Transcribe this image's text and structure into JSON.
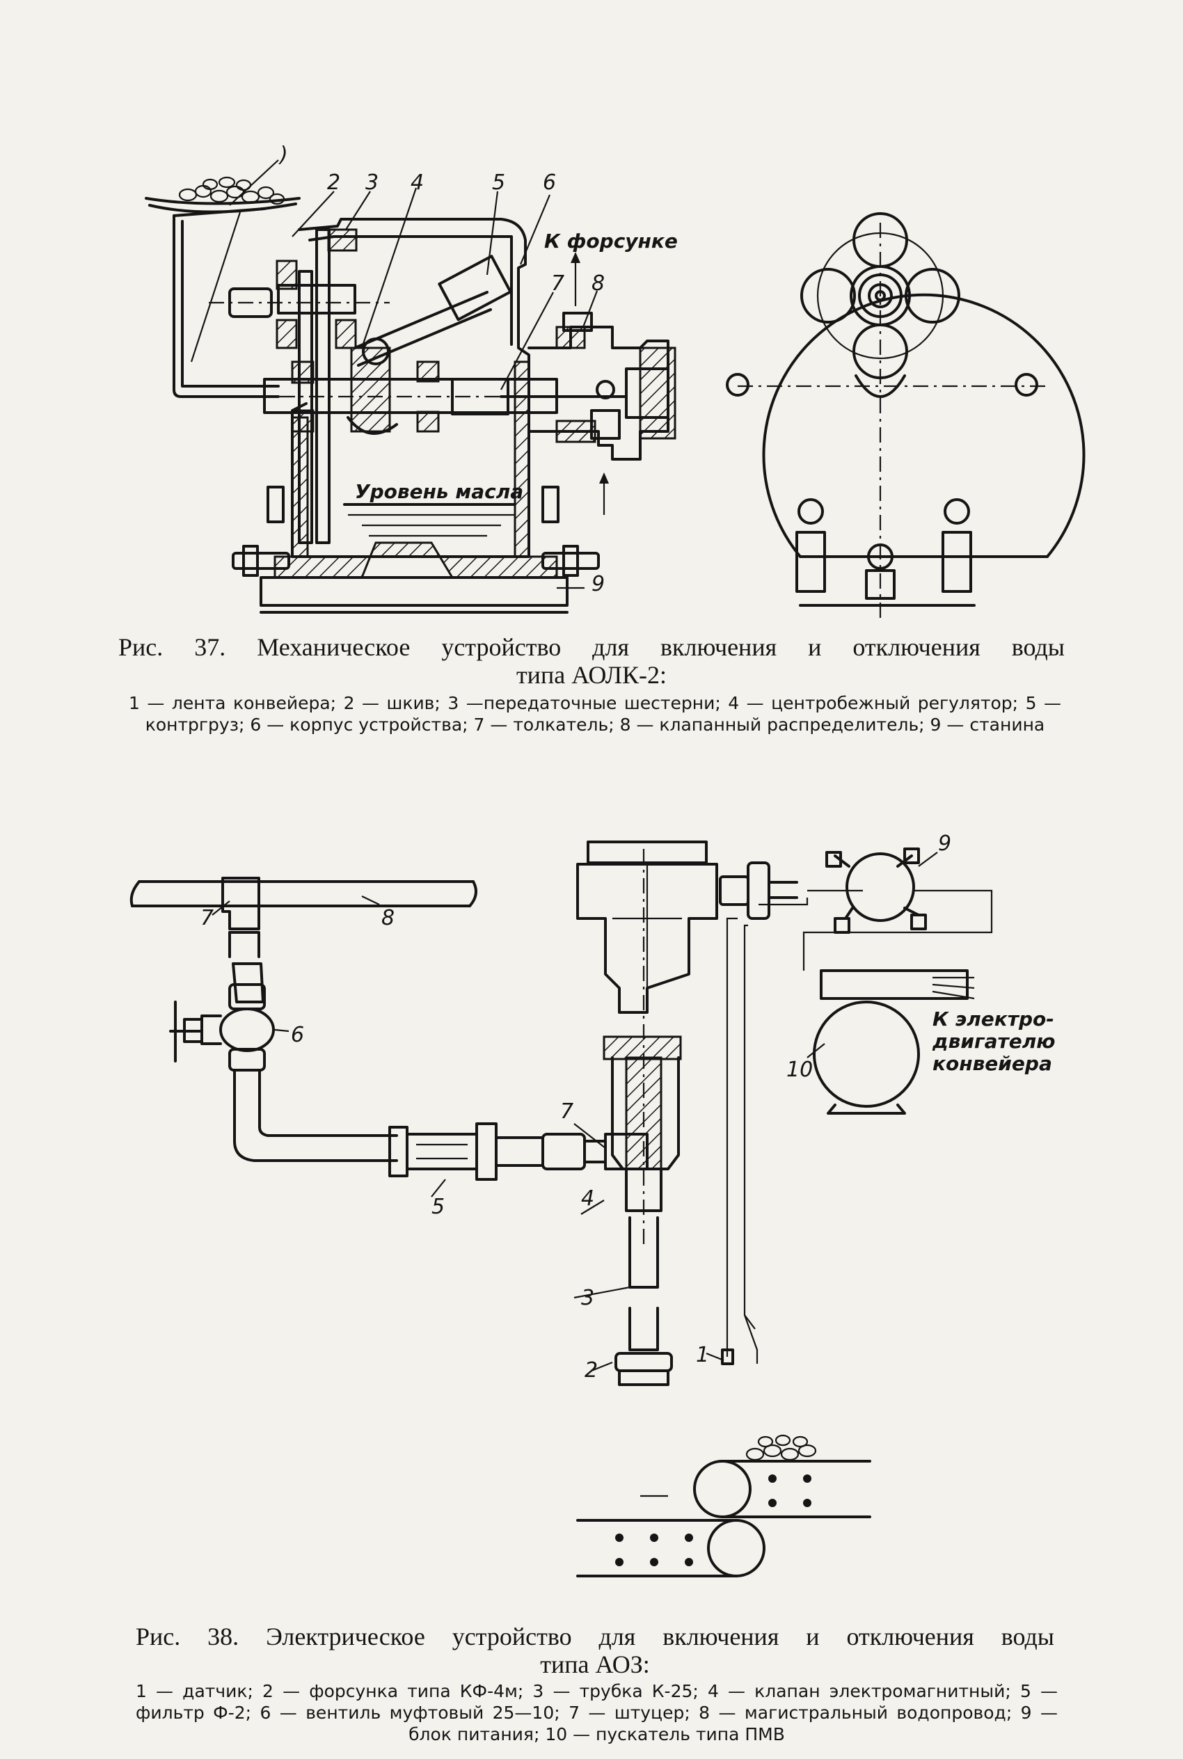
{
  "fig37": {
    "labels": {
      "l1": ")",
      "l2": "2",
      "l3": "3",
      "l4": "4",
      "l5": "5",
      "l6": "6",
      "l7": "7",
      "l8": "8",
      "l9": "9",
      "to_nozzle": "К форсунке",
      "oil_level": "Уровень масла"
    },
    "caption": {
      "line1": "Рис.  37.  Механическое  устройство  для  включения  и  отключения  воды",
      "line2": "типа АОЛК-2:"
    },
    "legend": "1 — лента конвейера; 2 — шкив; 3 —передаточные шестерни; 4 — центробежный регулятор; 5 — контргруз; 6 — корпус устройства; 7 — толкатель; 8 — клапанный распределитель; 9 — станина"
  },
  "fig38": {
    "labels": {
      "l1": "1",
      "l2": "2",
      "l3": "3",
      "l4": "4",
      "l5": "5",
      "l6": "6",
      "l7a": "7",
      "l7b": "7",
      "l8": "8",
      "l9": "9",
      "l10": "10",
      "motor_line1": "К электро-",
      "motor_line2": "двигателю",
      "motor_line3": "конвейера"
    },
    "caption": {
      "line1": "Рис.  38.  Электрическое  устройство  для  включения  и  отключения  воды",
      "line2": "типа АОЗ:"
    },
    "legend": "1 — датчик; 2 — форсунка типа КФ-4м; 3 — трубка К-25; 4 — клапан электромагнитный; 5 — фильтр Ф-2; 6 — вентиль муфтовый 25—10; 7 — штуцер; 8 — магистральный водопровод; 9 — блок питания; 10 — пускатель типа ПМВ"
  }
}
